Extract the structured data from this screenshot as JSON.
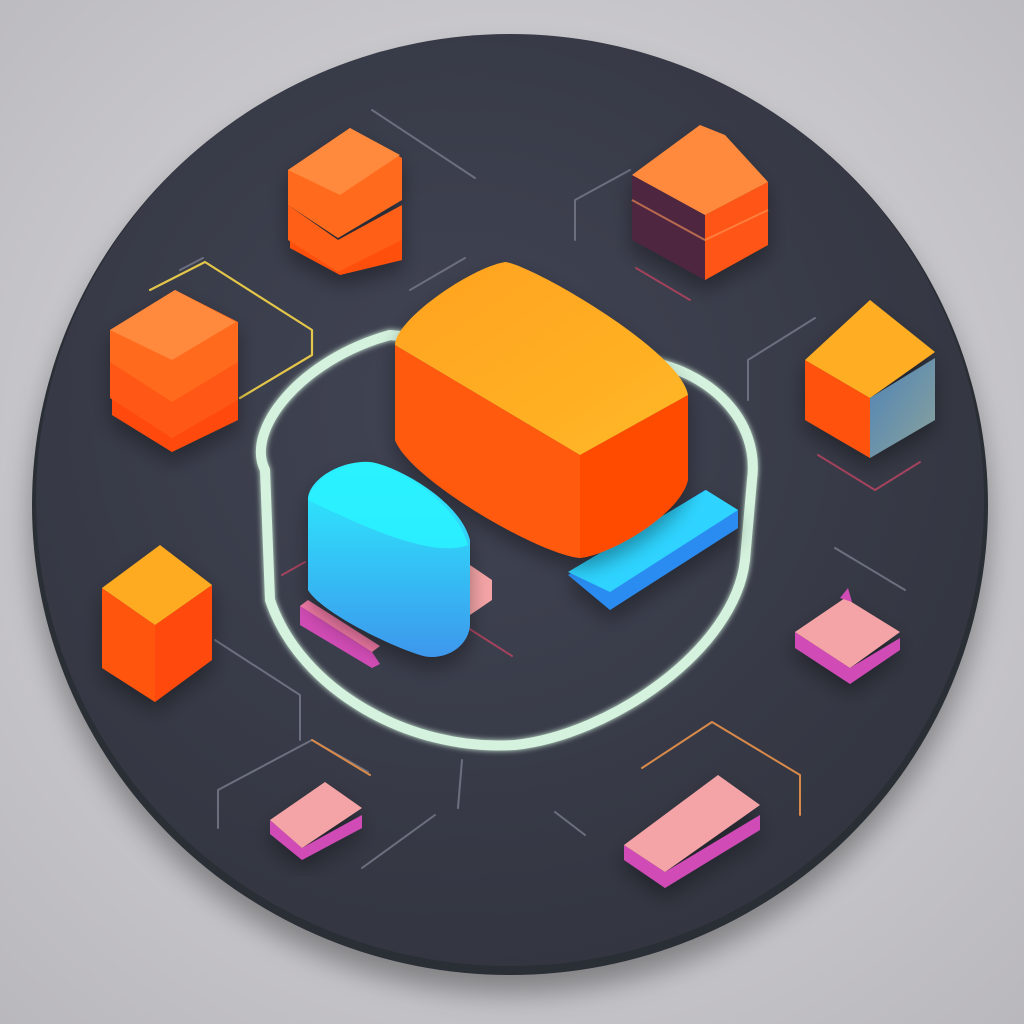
{
  "illustration": {
    "style": "isometric-3d-icon",
    "palette": {
      "background": "#cfcfd3",
      "disc": "#3a3d4c",
      "orange": "#ff5a12",
      "orange_top": "#ff8a3d",
      "amber_top": "#ffb01f",
      "cyan": "#27e9ff",
      "blue": "#3a9eea",
      "pink": "#f4a3a8",
      "magenta": "#d24bb6",
      "mint_ring": "#cfeedd",
      "slate_face": "#6d8aa6",
      "plum": "#5a2a48",
      "line": "#6c6f7e",
      "accent_line_yellow": "#e3c64a",
      "accent_line_orange": "#d98a4a"
    },
    "elements": [
      "base-disc",
      "center-block",
      "center-ring",
      "cyan-cushion",
      "blue-tray",
      "stacked-orange-blocks",
      "cubes",
      "pink-tiles",
      "circuit-lines"
    ]
  }
}
